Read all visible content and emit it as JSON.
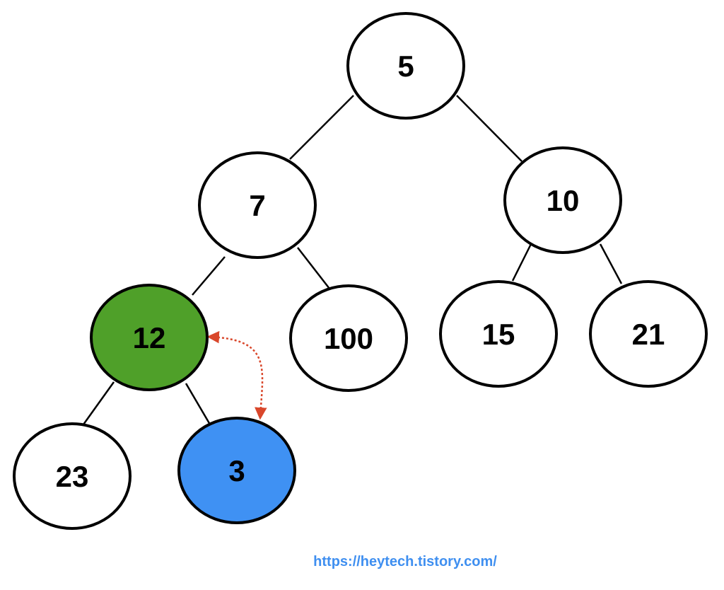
{
  "diagram": {
    "colors": {
      "node_fill_default": "#ffffff",
      "node_fill_parent": "#4fa029",
      "node_fill_inserted": "#3f91f3",
      "node_stroke": "#000000",
      "swap_arrow": "#d9472b",
      "edge": "#000000"
    },
    "nodes": [
      {
        "id": "n5",
        "label": "5",
        "state": "default"
      },
      {
        "id": "n7",
        "label": "7",
        "state": "default"
      },
      {
        "id": "n10",
        "label": "10",
        "state": "default"
      },
      {
        "id": "n12",
        "label": "12",
        "state": "parent"
      },
      {
        "id": "n100",
        "label": "100",
        "state": "default"
      },
      {
        "id": "n15",
        "label": "15",
        "state": "default"
      },
      {
        "id": "n21",
        "label": "21",
        "state": "default"
      },
      {
        "id": "n23",
        "label": "23",
        "state": "default"
      },
      {
        "id": "n3",
        "label": "3",
        "state": "inserted"
      }
    ],
    "edges": [
      {
        "from": "n5",
        "to": "n7"
      },
      {
        "from": "n5",
        "to": "n10"
      },
      {
        "from": "n7",
        "to": "n12"
      },
      {
        "from": "n7",
        "to": "n100"
      },
      {
        "from": "n10",
        "to": "n15"
      },
      {
        "from": "n10",
        "to": "n21"
      },
      {
        "from": "n12",
        "to": "n23"
      },
      {
        "from": "n12",
        "to": "n3"
      }
    ],
    "swap": {
      "between": [
        "n12",
        "n3"
      ],
      "style": "dotted-double-arrow"
    }
  },
  "footer": {
    "url_text": "https://heytech.tistory.com/"
  }
}
